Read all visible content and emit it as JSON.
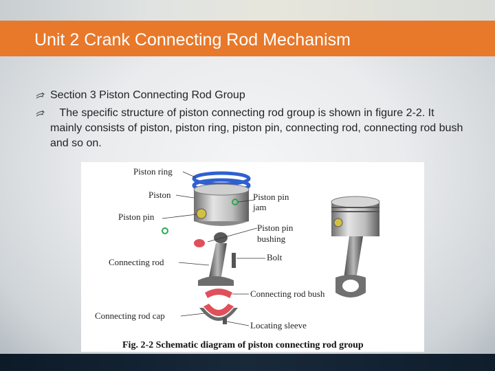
{
  "slide": {
    "title": "Unit 2 Crank Connecting Rod Mechanism",
    "bullets": [
      {
        "text": "Section 3 Piston Connecting Rod Group"
      },
      {
        "text": "   The specific structure of piston connecting rod group is shown in figure 2-2. It mainly consists of piston, piston ring, piston pin, connecting rod, connecting rod bush and so on."
      }
    ]
  },
  "figure": {
    "labels": {
      "piston_ring": "Piston ring",
      "piston": "Piston",
      "piston_pin": "Piston pin",
      "piston_pin_jam_1": "Piston pin",
      "piston_pin_jam_2": "jam",
      "piston_pin_bushing_1": "Piston pin",
      "piston_pin_bushing_2": "bushing",
      "bolt": "Bolt",
      "connecting_rod": "Connecting rod",
      "connecting_rod_bush": "Connecting rod bush",
      "connecting_rod_cap": "Connecting rod cap",
      "locating_sleeve": "Locating sleeve"
    },
    "caption": "Fig. 2-2 Schematic diagram of piston connecting rod group"
  },
  "colors": {
    "title_bar": "#e8782a",
    "title_text": "#ffffff",
    "piston_ring": "#2f5fd0",
    "bushing": "#e0505a",
    "bottom_band": "#14263a"
  }
}
